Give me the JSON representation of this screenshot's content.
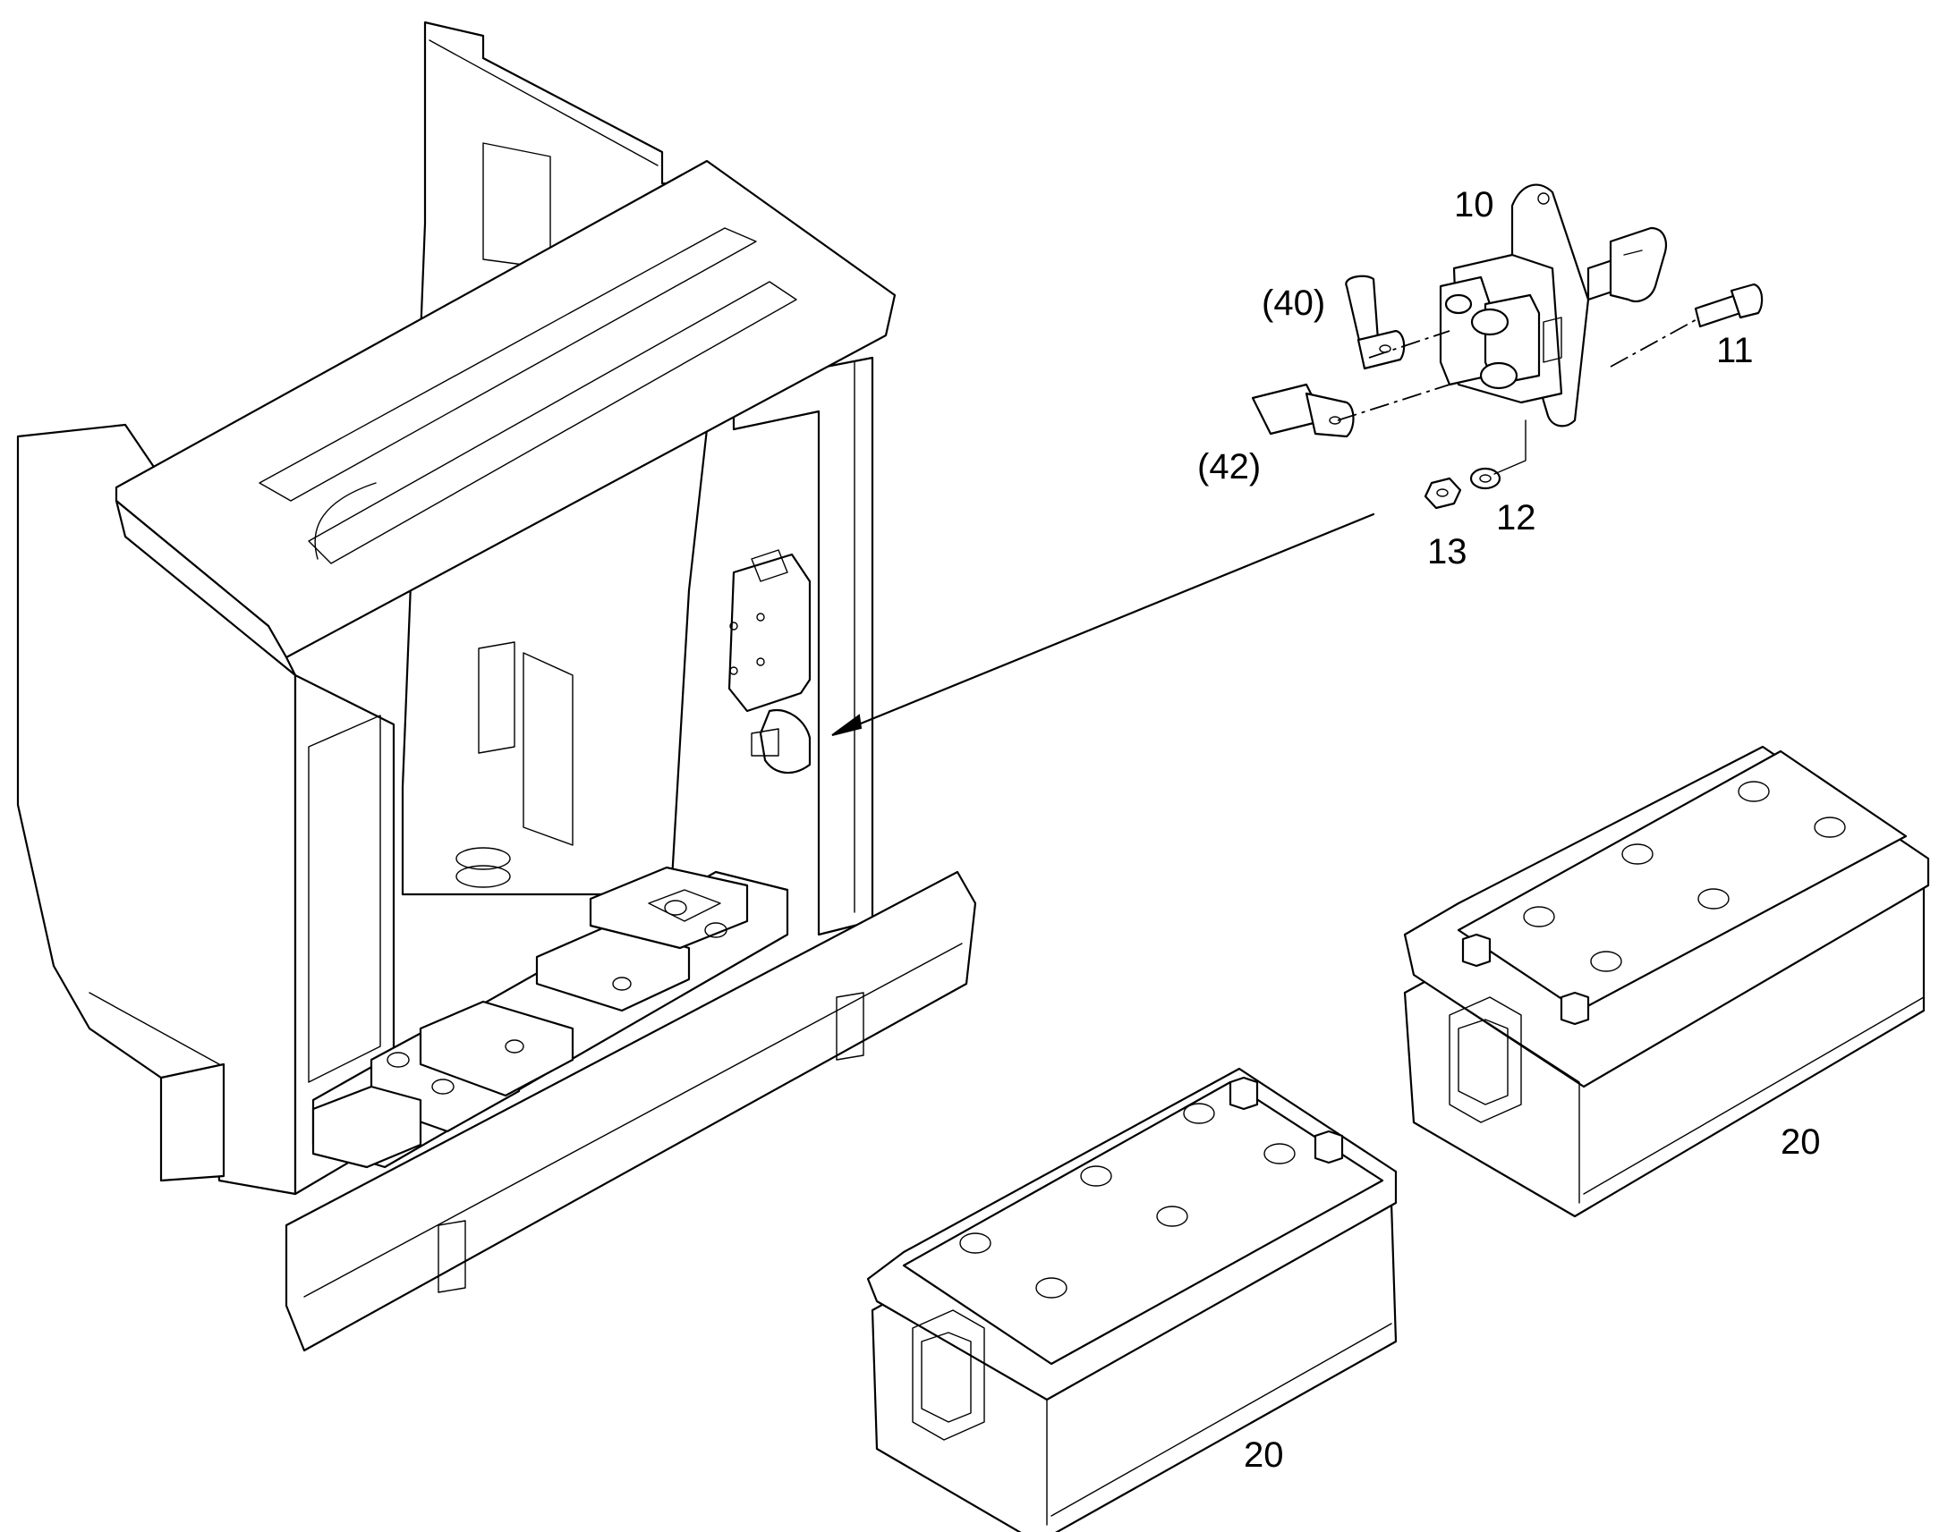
{
  "callouts": {
    "part_10": "10",
    "part_11": "11",
    "part_12": "12",
    "part_13": "13",
    "part_20_right": "20",
    "part_20_left": "20",
    "part_40": "(40)",
    "part_42": "(42)"
  },
  "colors": {
    "line": "#000000",
    "background": "#ffffff"
  }
}
